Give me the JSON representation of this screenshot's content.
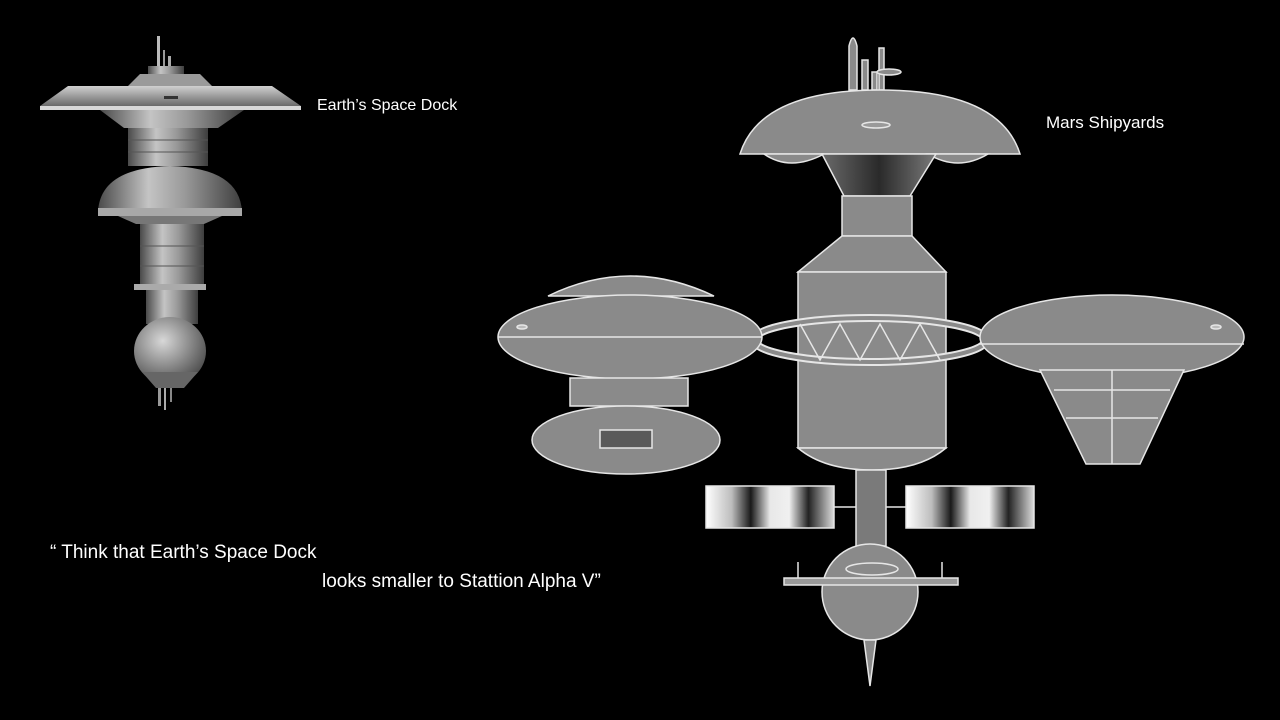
{
  "labels": {
    "earth_station": "Earth’s Space Dock",
    "mars_station": "Mars Shipyards"
  },
  "quote": {
    "line1": "“ Think that Earth’s Space Dock",
    "line2": "looks smaller to Stattion Alpha V”"
  },
  "colors": {
    "background": "#000000",
    "hull": "#8a8a8a",
    "hull_dark": "#5a5a5a",
    "hull_light": "#c8c8c8",
    "outline": "#e6e6e6",
    "text": "#ffffff"
  }
}
